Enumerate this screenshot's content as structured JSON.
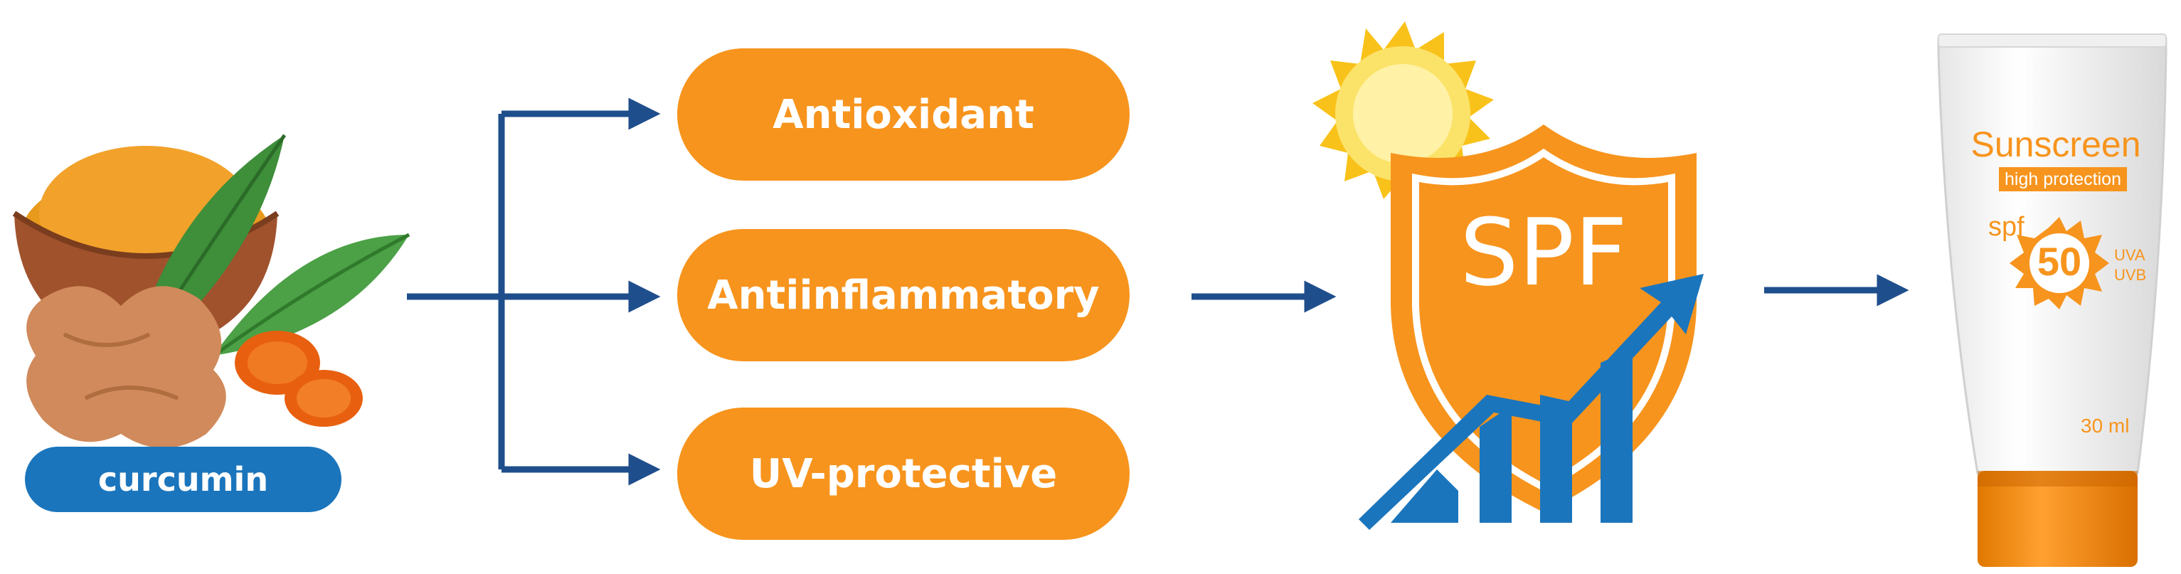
{
  "source": {
    "label": "curcumin"
  },
  "properties": [
    {
      "label": "Antioxidant"
    },
    {
      "label": "Antiinflammatory"
    },
    {
      "label": "UV-protective"
    }
  ],
  "shield": {
    "label": "SPF"
  },
  "product": {
    "name": "Sunscreen",
    "tagline": "high protection",
    "spf_prefix": "spf",
    "spf_value": "50",
    "uva": "UVA",
    "uvb": "UVB",
    "volume": "30 ml"
  },
  "colors": {
    "orange": "#F7941D",
    "blue": "#1B75BC",
    "navy": "#1F4E8C",
    "sun": "#F9C21A"
  },
  "icons": {
    "curcumin": "turmeric-root-icon",
    "sun": "sun-icon",
    "shield": "shield-icon",
    "growth": "growth-chart-icon",
    "tube": "sunscreen-tube-icon"
  }
}
